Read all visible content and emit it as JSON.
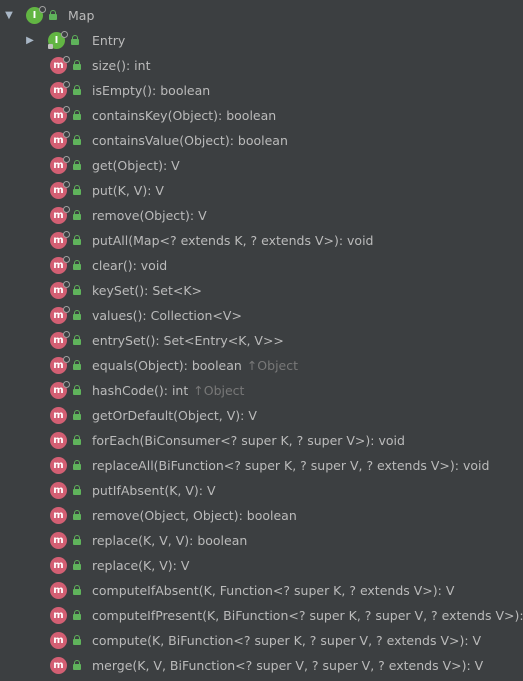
{
  "root": {
    "label": "Map",
    "expanded": true,
    "icon": "interface-icon"
  },
  "child_interface": {
    "label": "Entry",
    "expanded": false,
    "icon": "interface-icon"
  },
  "methods": [
    {
      "label": "size(): int",
      "inherited": ""
    },
    {
      "label": "isEmpty(): boolean",
      "inherited": ""
    },
    {
      "label": "containsKey(Object): boolean",
      "inherited": ""
    },
    {
      "label": "containsValue(Object): boolean",
      "inherited": ""
    },
    {
      "label": "get(Object): V",
      "inherited": ""
    },
    {
      "label": "put(K, V): V",
      "inherited": ""
    },
    {
      "label": "remove(Object): V",
      "inherited": ""
    },
    {
      "label": "putAll(Map<? extends K, ? extends V>): void",
      "inherited": ""
    },
    {
      "label": "clear(): void",
      "inherited": ""
    },
    {
      "label": "keySet(): Set<K>",
      "inherited": ""
    },
    {
      "label": "values(): Collection<V>",
      "inherited": ""
    },
    {
      "label": "entrySet(): Set<Entry<K, V>>",
      "inherited": ""
    },
    {
      "label": "equals(Object): boolean",
      "inherited": "↑Object"
    },
    {
      "label": "hashCode(): int",
      "inherited": "↑Object"
    },
    {
      "label": "getOrDefault(Object, V): V",
      "inherited": ""
    },
    {
      "label": "forEach(BiConsumer<? super K, ? super V>): void",
      "inherited": ""
    },
    {
      "label": "replaceAll(BiFunction<? super K, ? super V, ? extends V>): void",
      "inherited": ""
    },
    {
      "label": "putIfAbsent(K, V): V",
      "inherited": ""
    },
    {
      "label": "remove(Object, Object): boolean",
      "inherited": ""
    },
    {
      "label": "replace(K, V, V): boolean",
      "inherited": ""
    },
    {
      "label": "replace(K, V): V",
      "inherited": ""
    },
    {
      "label": "computeIfAbsent(K, Function<? super K, ? extends V>): V",
      "inherited": ""
    },
    {
      "label": "computeIfPresent(K, BiFunction<? super K, ? super V, ? extends V>): V",
      "inherited": ""
    },
    {
      "label": "compute(K, BiFunction<? super K, ? super V, ? extends V>): V",
      "inherited": ""
    },
    {
      "label": "merge(K, V, BiFunction<? super V, ? super V, ? extends V>): V",
      "inherited": ""
    }
  ],
  "badges": {
    "interface_letter": "I",
    "method_letter": "m"
  },
  "colors": {
    "background": "#3c3f41",
    "text": "#bbbbbb",
    "inherited_text": "#787878",
    "interface_badge": "#62b543",
    "method_badge": "#d35f73",
    "lock": "#5fb35b"
  }
}
